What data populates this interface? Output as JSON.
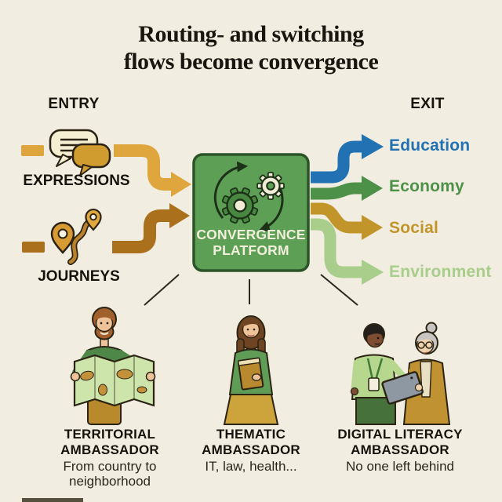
{
  "title": {
    "line1": "Routing- and switching",
    "line2": "flows become convergence"
  },
  "entry": {
    "heading": "ENTRY",
    "items": [
      {
        "label": "EXPRESSIONS",
        "icon": "chat-bubbles-icon",
        "arrow_color": "#e0a63e"
      },
      {
        "label": "JOURNEYS",
        "icon": "map-route-icon",
        "arrow_color": "#ab701c"
      }
    ]
  },
  "platform": {
    "line1": "CONVERGENCE",
    "line2": "PLATFORM",
    "icon": "gears-cycle-icon",
    "fill": "#5d9f55",
    "border": "#2c5429"
  },
  "exit": {
    "heading": "EXIT",
    "items": [
      {
        "label": "Education",
        "color": "#2272b3"
      },
      {
        "label": "Economy",
        "color": "#4d9148"
      },
      {
        "label": "Social",
        "color": "#c2952a"
      },
      {
        "label": "Environment",
        "color": "#a9cd8a"
      }
    ]
  },
  "ambassadors": [
    {
      "title_line1": "TERRITORIAL",
      "title_line2": "AMBASSADOR",
      "subtitle": "From country to neighborhood",
      "illustration": "man-reading-world-map"
    },
    {
      "title_line1": "THEMATIC",
      "title_line2": "AMBASSADOR",
      "subtitle": "IT, law, health...",
      "illustration": "woman-holding-book"
    },
    {
      "title_line1": "DIGITAL LITERACY",
      "title_line2": "AMBASSADOR",
      "subtitle": "No one left behind",
      "illustration": "man-showing-tablet-to-elderly-woman"
    }
  ],
  "colors": {
    "background": "#f1ede0",
    "title_text": "#191610",
    "gold_flow": "#e0a63e",
    "amber_flow": "#ab701c",
    "platform_green": "#5d9f55"
  }
}
